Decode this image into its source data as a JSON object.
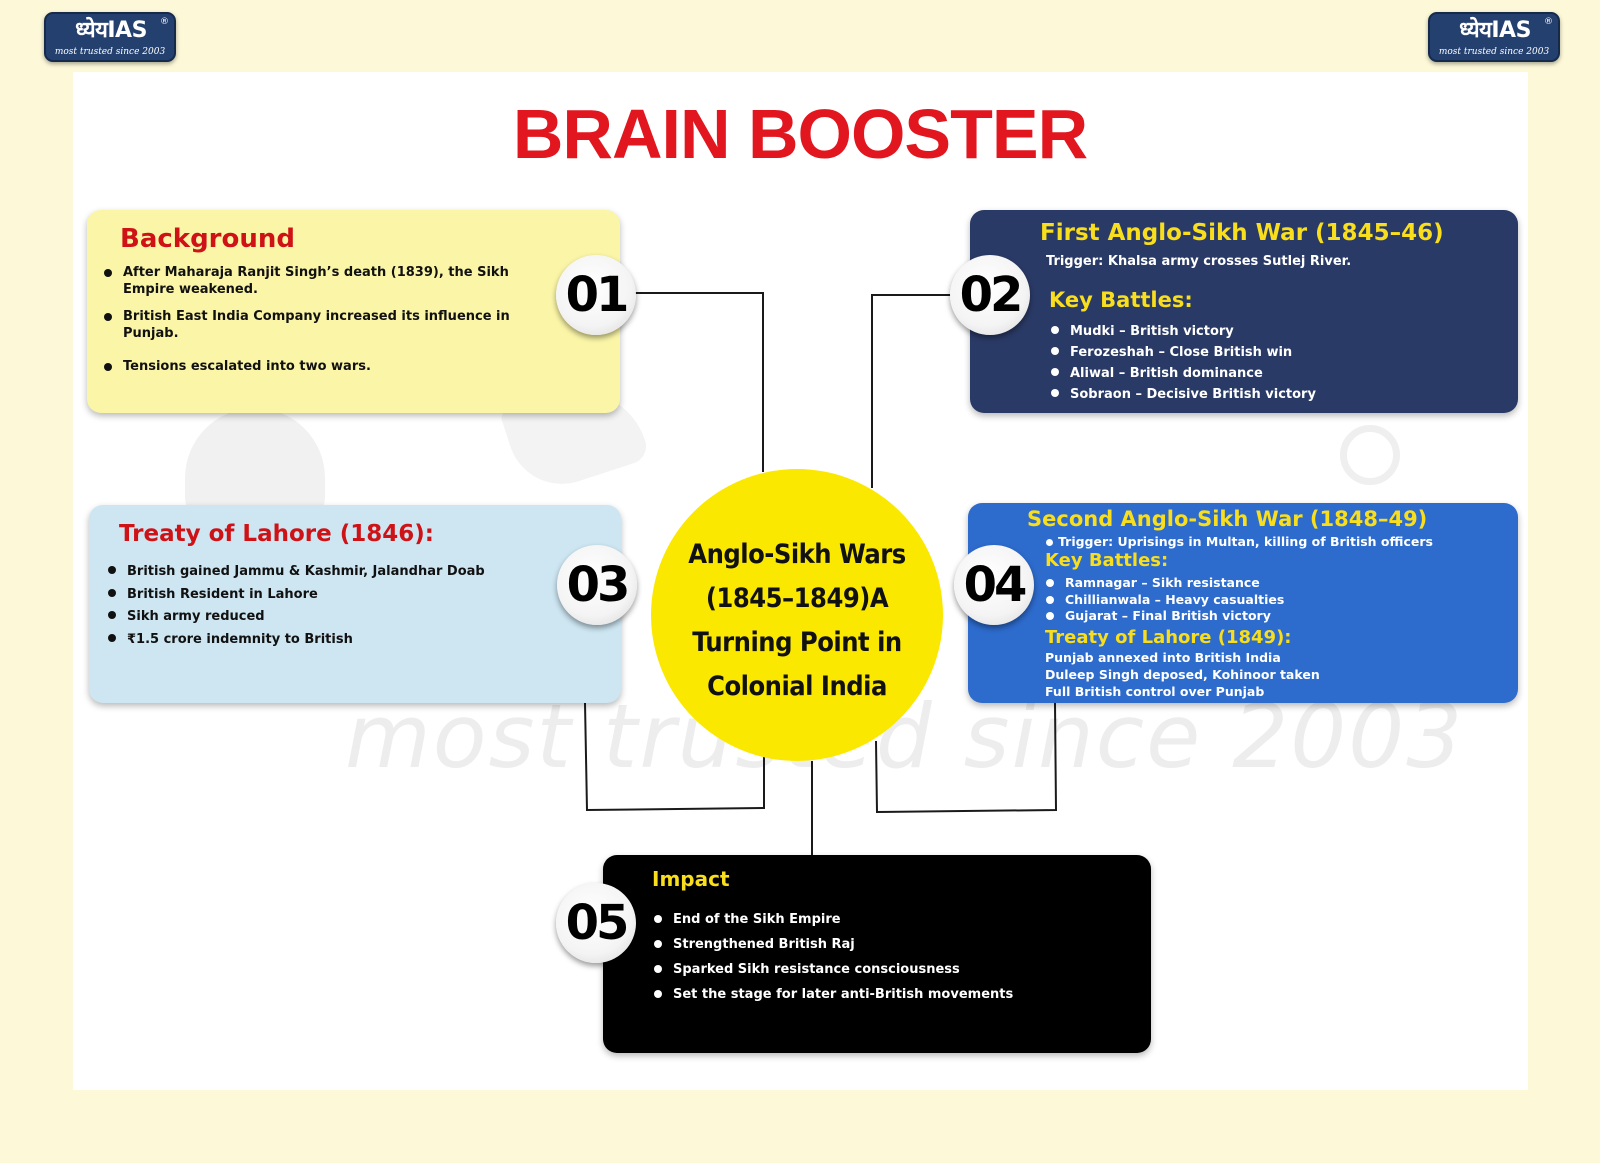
{
  "logo": {
    "main": "ध्येयIAS",
    "registered": "®",
    "tagline": "most trusted since 2003"
  },
  "watermark": {
    "text": "most trusted since 2003"
  },
  "title": "BRAIN BOOSTER",
  "center": {
    "text": "Anglo-Sikh Wars (1845–1849)A Turning Point in Colonial India"
  },
  "sections": [
    {
      "number": "01",
      "title": "Background",
      "items": [
        "After Maharaja Ranjit Singh’s death (1839), the Sikh Empire weakened.",
        "British East India Company increased its influence in Punjab.",
        "Tensions escalated into two wars."
      ]
    },
    {
      "number": "02",
      "title": "First Anglo-Sikh War (1845–46)",
      "trigger": "Trigger: Khalsa army crosses Sutlej River.",
      "subtitle": "Key Battles:",
      "items": [
        "Mudki – British victory",
        "Ferozeshah – Close British win",
        "Aliwal – British dominance",
        "Sobraon – Decisive British victory"
      ]
    },
    {
      "number": "03",
      "title": "Treaty of Lahore (1846):",
      "items": [
        "British gained Jammu & Kashmir, Jalandhar Doab",
        "British Resident in Lahore",
        "Sikh army reduced",
        "₹1.5 crore indemnity to British"
      ]
    },
    {
      "number": "04",
      "title": "Second Anglo-Sikh War (1848–49)",
      "trigger": "Trigger: Uprisings in Multan, killing of British officers",
      "subtitle": "Key Battles:",
      "items": [
        "Ramnagar – Sikh resistance",
        "Chillianwala – Heavy casualties",
        "Gujarat – Final British victory"
      ],
      "treaty_title": "Treaty of Lahore (1849):",
      "treaty_items": [
        "Punjab annexed into British India",
        "Duleep Singh deposed, Kohinoor taken",
        "Full British control over Punjab"
      ]
    },
    {
      "number": "05",
      "title": "Impact",
      "items": [
        "End of the Sikh Empire",
        "Strengthened British Raj",
        "Sparked Sikh resistance consciousness",
        "Set the stage for later anti-British movements"
      ]
    }
  ]
}
